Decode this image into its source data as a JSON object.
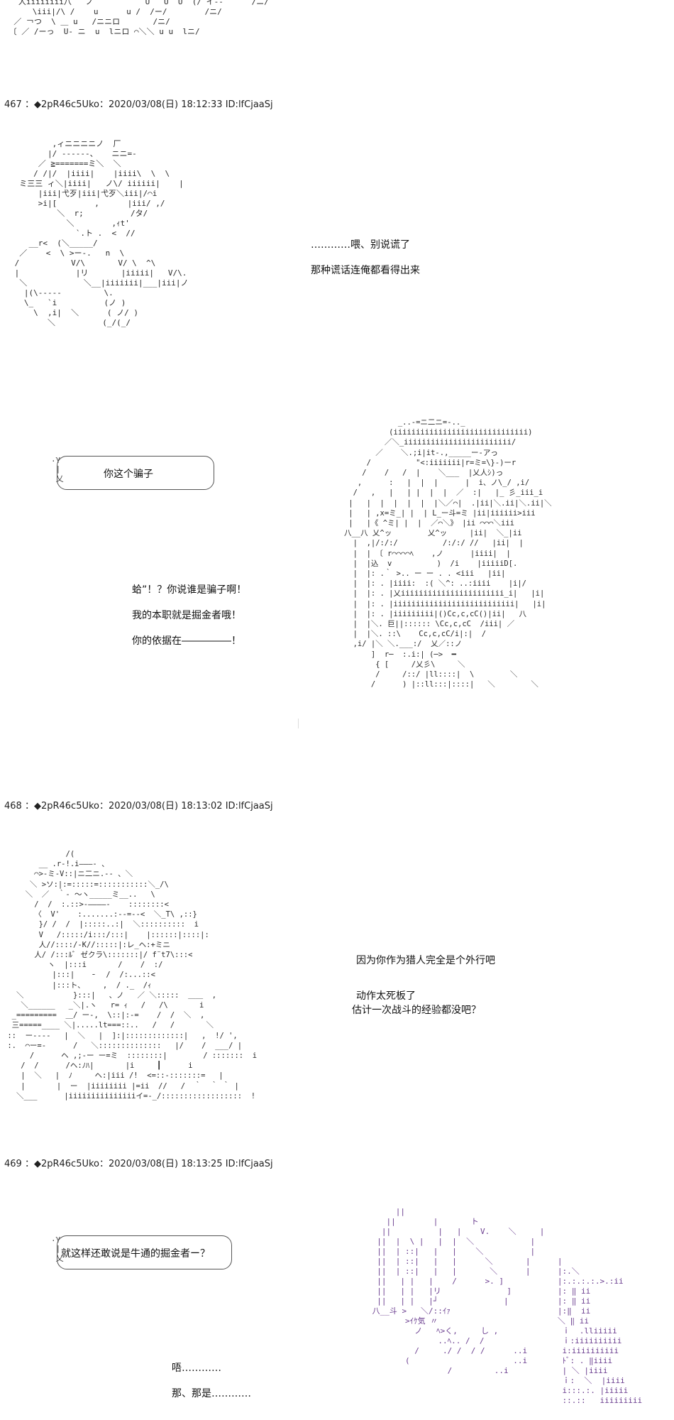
{
  "top_art": "   人iiiiiiii八   ノ           U   U  U  (/ イ--      /ニ/\n      \\iii|/\\ /    u      u /  /ー/        /ニ/\n  ／ ￢つ  \\ ＿ u   /ニニロ       /ニ/\n 〔 ／ /ーっ  U- ニ  u  lニロ ⌒＼＼ u u  lニ/",
  "posts": [
    {
      "header": "467 ：◆2pR46c5Uko：2020/03/08(日) 18:12:33 ID:lfCjaaSj",
      "art_left": "         ,ィニニニニノ  厂\n        |/ ------、   ニニ=-\n      ／ ≧=======ミ＼  ＼\n     / /|/  |iiii|    |iiii\\  \\  \\\n  ミ三三 ィ＼|iiii|   ノ\\/ iiiiii|    |\n      |iii|弋歹|iii|弋歹＼iii|/⌒i\n      >i|[        ,      |iii/ ,/\n          ＼  r;          /タ/\n            ＼        ,ｨt'\n              `.ト .  <  //\n    __r<  (＼_____/\n  ／    <  \\ >ー-.   n  \\\n /           V/\\       V/ \\  ^\\\n |            |リ       |iiiii|   V/\\.\n  ＼            ＼__|iiiiiii|___|iii|ノ\n   |(\\-----         \\.\n   \\_   `i          (ノ )\n     \\  ,i|  ＼      ( ノ/ )\n        ＼          (_/(_/",
      "lines": [
        "…………喂、别说谎了",
        "那种谎话连俺都看得出来"
      ],
      "bubble_text": "你这个骗子",
      "reply_lines": [
        "蛤”！？你说谁是骗子啊！",
        "我的本职就是掘金者哦！",
        "你的依据在―――――！"
      ],
      "art_right": "               _..-=ニ二ニ=-.._\n             (iiiiiiiiiiiiiiiiiiiiiiiiiiiiii)\n            ／＼_iiiiiiiiiiiiiiiiiiiiiiii/\n          ／    ＼.;i|it-.,_____ー-アっ\n        /          \"<:iiiiiii|r=ミ=\\}-)ーr\n       /    /   /  |    ＼___  |乂人ｼ)っ\n      ,      :   |  |  |      |  i、ノ\\_/ ,i/\n     /   ,   |   | |  |  |  ／  :|   |_ 彡_iii_i\n    |   |  |  |  |  |  |＼／⌒|  .|ii|＼.ii|＼.ii|＼\n    |   | ,x=ミ_| |  | L_ー斗=ミ |ii|iiiiii>iii\n    |   |《 ^ミ| |  |  ／⌒＼》 |ii ⌒⌒⌒＼iii\n   八__八 乂^ッ        乂^ッ     |ii|  ＼_|ii\n     |  ,|/:/:/          /:/:/ //   |ii|  |  \n     |  | 〔 r⌒⌒⌒⌒ﾍ    ,ノ      |iiii|  |\n     |  |込  v          )  /i    |iiiiiD[.\n     |  |: .｀ >.. ー ー . . <iii   |ii|\n     |  |: . |iiii:  :( ＼^: ..:iiii    |i|/\n     |  |: . |乂iiiiiiiiiiiiiiiiiiiiiii_i|   |i|\n     |  |: . |iiiiiiiiiiiiiiiiiiiiiiiiiii|   |i|\n     |  |: . |iiiiiiiii|()Cc,c,cC()|ii|   八\n     |  |＼. 巨||:::::: \\Cc,c,cC  /iii| ／\n     |  |＼. ::\\    Cc,c,cC/i|:|  /\n     ,i/ |＼ ＼.___:/  乂／::ノ\n         ]  r─  :.i:| (─>  ━\n          { [     /乂彡\\     ＼\n          /     /::/ |ll::::|  \\        ＼\n         /      ) |::ll:::|::::|   ＼        ＼"
    },
    {
      "header": "468 ：◆2pR46c5Uko：2020/03/08(日) 18:13:02 ID:lfCjaaSj",
      "art_left": "              /(\n        __ .r‐!.i―――- 、\n       ⌒>‐ミ-V::|ニ二ニ.-- 、＼\n      ＼ >ソ:|:=:::::=:::::::::::＼_/\\\n     ＼  ／  ｀- ～ヽ_____ミ__..   \\\n       /  /  :.::>-――――-    ::::::::<\n       〈  V'    :.......:--=--<  ＼_T\\ ,::}\n        }/ /  /  |:::::..:|  ＼::::::::::  i\n        V   /:::::/i:::/:::|    |::::::|::::|:\n        人//::::/-K//:::::|:レ_ヘ:+ミニ\n       人/ /:::ﾙﾞ ゼクラ\\:::::::|/ f¨t7\\:::<\n          ヽ  |:::i       /    /  :/\n           |:::|    ╴  /  /:...::<\n           |:::ト、    ,  / ._  /ｨ\n   ＼           }:::|   、ノ   ／ ＼:::::  ＿＿  ,\n    ＼______   _＼|.ヽ   r= ｨ   /   /\\       i\n  _=========  ＿/ ー-,  \\::|:-=    /  /  ＼  ,\n  三=====____ ＼|.....lt===::..   /   /       ＼\n ::  ー----   |  ＼   |  ]:|:::::::::::::|   ,  !/ ',\n :.  ⌒ー=-      /   ＼::::::::::::::   |/    /  ___/ |\n      /      ヘ ,;‐ー ー=ミ  ::::::::|        / :::::::  i\n    /  /      /ヘ:ﾉﾊ|       |i     ┃      i\n    |  ＼   |  ﾉ     ヘ:|iii /!  <=::-:::::::=   |\n    |       |  ー  |iiiiiiii |=ii  //   /  ｀  ｀ ｀ |\n   ＼___      |iiiiiiiiiiiiiiiイ=-_/::::::::::::::::::  !",
      "lines": [
        "因为你作为猎人完全是个外行吧",
        "动作太死板了",
        "估计一次战斗的经验都没吧？"
      ]
    },
    {
      "header": "469 ：◆2pR46c5Uko：2020/03/08(日) 18:13:25 ID:lfCjaaSj",
      "bubble_text": "就这样还敢说是牛通的掘金者ー？",
      "reply_lines": [
        "唔…………",
        "那、那是…………"
      ],
      "art_right": "      ||\n    ||        |       ト\n   ||          |   |    V.    ＼     |\n  ||  |  \\ |   |  |  ＼            |\n  ||  | ::|   |   |    ＼          |\n  ||  | ::|   |   |      ＼       |\n  ||  | ::|   |   |       ＼      |\n  ||   | |   |    /      >. ]\n  ||   | |   |リ              ]\n  ||   | |   |┘              |\n 八__斗 >   ＼/::ｲｧ\n        >ｲｹ気 〃\n          ノ   ﾍ>く,     し ,\n               ..ﾍ.. /  /\n          /     ./ /  / /      ..i\n        (                      ..i\n                 /         ..i",
      "art_far_right": "   |\n   |:.＼\n   |:.:.:.:.>.:ii\n   |: ‖ ii\n   |: ‖ ii\n   |:‖  ii\n   ＼ ‖ ii\n    ｉ  .lliiiii\n    ｉ:iiiiiiiiii\n    i:iiiiiiiiii\n    ﾄﾞ: . ‖iiii\n    | ＼ |iiii\n    ｉ:  ＼  |iiii\n    i:::.:. |iiiii\n    ::.::   iiiiiiiii"
    }
  ]
}
